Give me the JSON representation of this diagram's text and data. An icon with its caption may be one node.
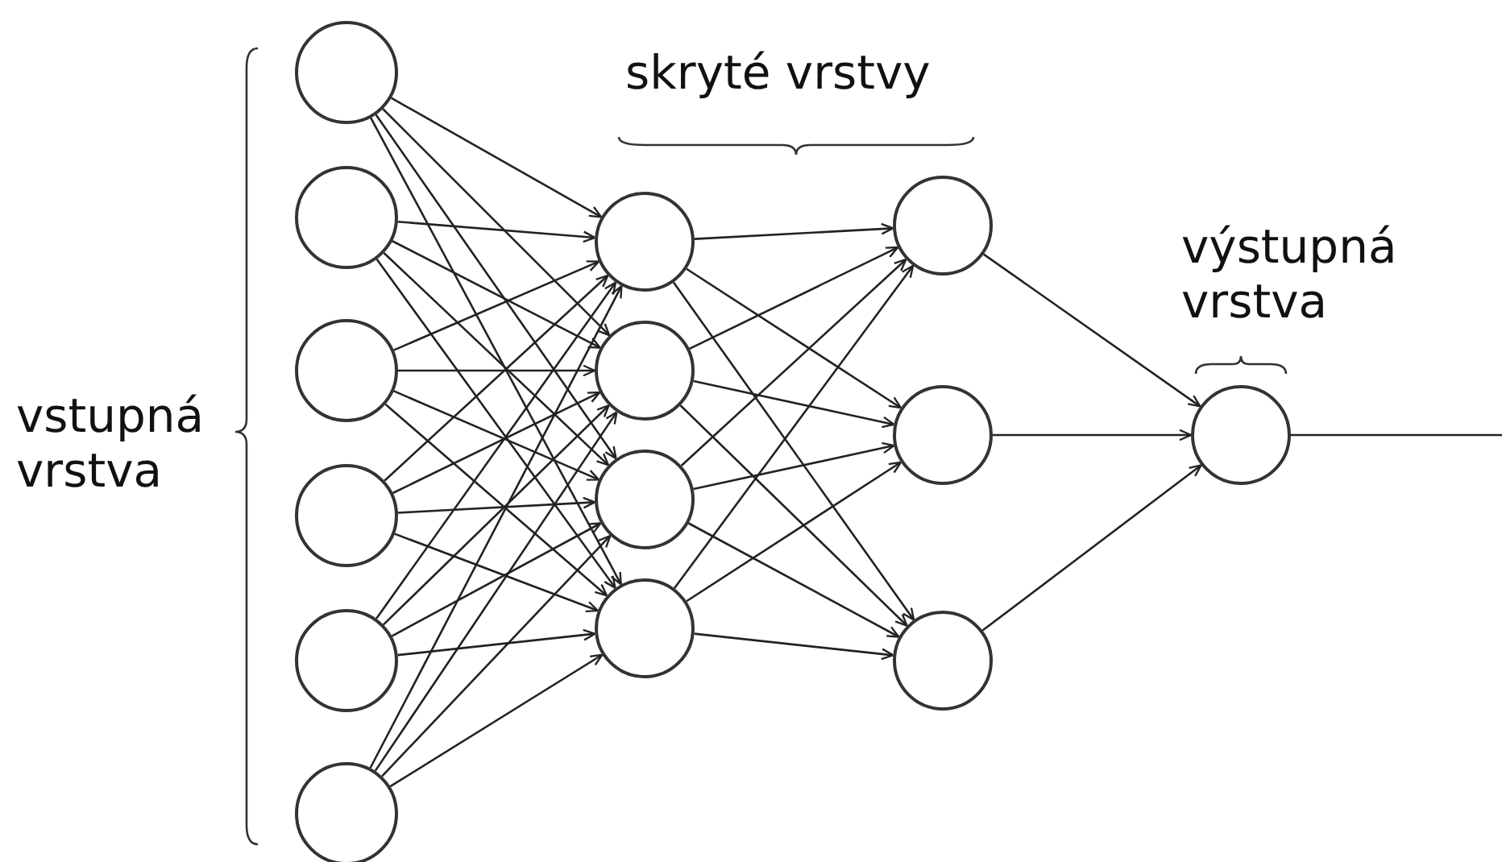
{
  "diagram": {
    "nodes": [
      {
        "text": [],
        "shape": "circle"
      },
      {
        "text": [],
        "shape": "circle"
      },
      {
        "text": [],
        "shape": "circle"
      },
      {
        "text": [],
        "shape": "circle"
      },
      {
        "text": [],
        "shape": "circle"
      },
      {
        "text": [],
        "shape": "circle"
      },
      {
        "text": [],
        "shape": "circle"
      },
      {
        "text": [],
        "shape": "circle"
      },
      {
        "text": [],
        "shape": "circle"
      },
      {
        "text": [],
        "shape": "circle"
      },
      {
        "text": [],
        "shape": "circle"
      },
      {
        "text": [],
        "shape": "circle"
      },
      {
        "text": [],
        "shape": "circle"
      },
      {
        "text": [],
        "shape": "circle"
      }
    ],
    "edges": [
      {
        "from": 0,
        "to": 6,
        "arrow": "to"
      },
      {
        "from": 0,
        "to": 7,
        "arrow": "to"
      },
      {
        "from": 0,
        "to": 8,
        "arrow": "to"
      },
      {
        "from": 0,
        "to": 9,
        "arrow": "to"
      },
      {
        "from": 1,
        "to": 6,
        "arrow": "to"
      },
      {
        "from": 1,
        "to": 7,
        "arrow": "to"
      },
      {
        "from": 1,
        "to": 8,
        "arrow": "to"
      },
      {
        "from": 1,
        "to": 9,
        "arrow": "to"
      },
      {
        "from": 2,
        "to": 6,
        "arrow": "to"
      },
      {
        "from": 2,
        "to": 7,
        "arrow": "to"
      },
      {
        "from": 2,
        "to": 8,
        "arrow": "to"
      },
      {
        "from": 2,
        "to": 9,
        "arrow": "to"
      },
      {
        "from": 3,
        "to": 6,
        "arrow": "to"
      },
      {
        "from": 3,
        "to": 7,
        "arrow": "to"
      },
      {
        "from": 3,
        "to": 8,
        "arrow": "to"
      },
      {
        "from": 3,
        "to": 9,
        "arrow": "to"
      },
      {
        "from": 4,
        "to": 6,
        "arrow": "to"
      },
      {
        "from": 4,
        "to": 7,
        "arrow": "to"
      },
      {
        "from": 4,
        "to": 8,
        "arrow": "to"
      },
      {
        "from": 4,
        "to": 9,
        "arrow": "to"
      },
      {
        "from": 5,
        "to": 6,
        "arrow": "to"
      },
      {
        "from": 5,
        "to": 7,
        "arrow": "to"
      },
      {
        "from": 5,
        "to": 8,
        "arrow": "to"
      },
      {
        "from": 5,
        "to": 9,
        "arrow": "to"
      },
      {
        "from": 6,
        "to": 10,
        "arrow": "to"
      },
      {
        "from": 6,
        "to": 11,
        "arrow": "to"
      },
      {
        "from": 6,
        "to": 12,
        "arrow": "to"
      },
      {
        "from": 7,
        "to": 10,
        "arrow": "to"
      },
      {
        "from": 7,
        "to": 11,
        "arrow": "to"
      },
      {
        "from": 7,
        "to": 12,
        "arrow": "to"
      },
      {
        "from": 8,
        "to": 10,
        "arrow": "to"
      },
      {
        "from": 8,
        "to": 11,
        "arrow": "to"
      },
      {
        "from": 8,
        "to": 12,
        "arrow": "to"
      },
      {
        "from": 9,
        "to": 10,
        "arrow": "to"
      },
      {
        "from": 9,
        "to": 11,
        "arrow": "to"
      },
      {
        "from": 9,
        "to": 12,
        "arrow": "to"
      },
      {
        "from": 10,
        "to": 13,
        "arrow": "to"
      },
      {
        "from": 11,
        "to": 13,
        "arrow": "to"
      },
      {
        "from": 12,
        "to": 13,
        "arrow": "to"
      },
      {
        "from": 13,
        "to": null,
        "arrow": "none"
      }
    ],
    "labels": [
      "skryté vrstvy",
      "výstupná vrstva",
      "vstupná vrstva"
    ]
  }
}
